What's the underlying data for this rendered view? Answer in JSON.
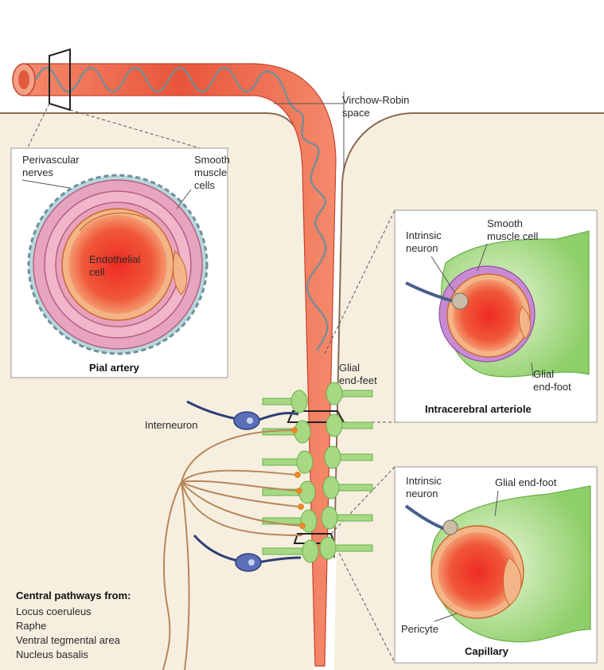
{
  "diagram": {
    "labels": {
      "virchow": [
        "Virchow-Robin",
        "space"
      ],
      "perivascular": [
        "Perivascular",
        "nerves"
      ],
      "smooth_muscle": [
        "Smooth",
        "muscle",
        "cells"
      ],
      "endothelial": [
        "Endothelial",
        "cell"
      ],
      "pial_artery": "Pial artery",
      "intrinsic_neuron_1": [
        "Intrinsic",
        "neuron"
      ],
      "smooth_muscle_cell": [
        "Smooth",
        "muscle cell"
      ],
      "glial_end_foot_1": [
        "Glial",
        "end-foot"
      ],
      "intracerebral_arteriole": "Intracerebral arteriole",
      "glial_end_feet": [
        "Glial",
        "end-feet"
      ],
      "interneuron": "Interneuron",
      "intrinsic_neuron_2": [
        "Intrinsic",
        "neuron"
      ],
      "glial_end_foot_2": "Glial end-foot",
      "pericyte": "Pericyte",
      "capillary": "Capillary",
      "pathways_title": "Central pathways from:",
      "pathways": [
        "Locus coeruleus",
        "Raphe",
        "Ventral tegmental area",
        "Nucleus basalis"
      ]
    },
    "colors": {
      "tissue": "#f6efdf",
      "surface_line": "#8a6a52",
      "vessel": "#ec6a4f",
      "vessel_dark": "#c8432c",
      "lumen_center": "#ee2a22",
      "lumen_edge": "#f5956c",
      "smooth_muscle": "#d98aa8",
      "nerve": "#6f8f9a",
      "glia": "#8fcf6a",
      "glia_light": "#c8e8a8",
      "neuron": "#4a5fa8",
      "pathway_axon": "#b8855a"
    }
  }
}
